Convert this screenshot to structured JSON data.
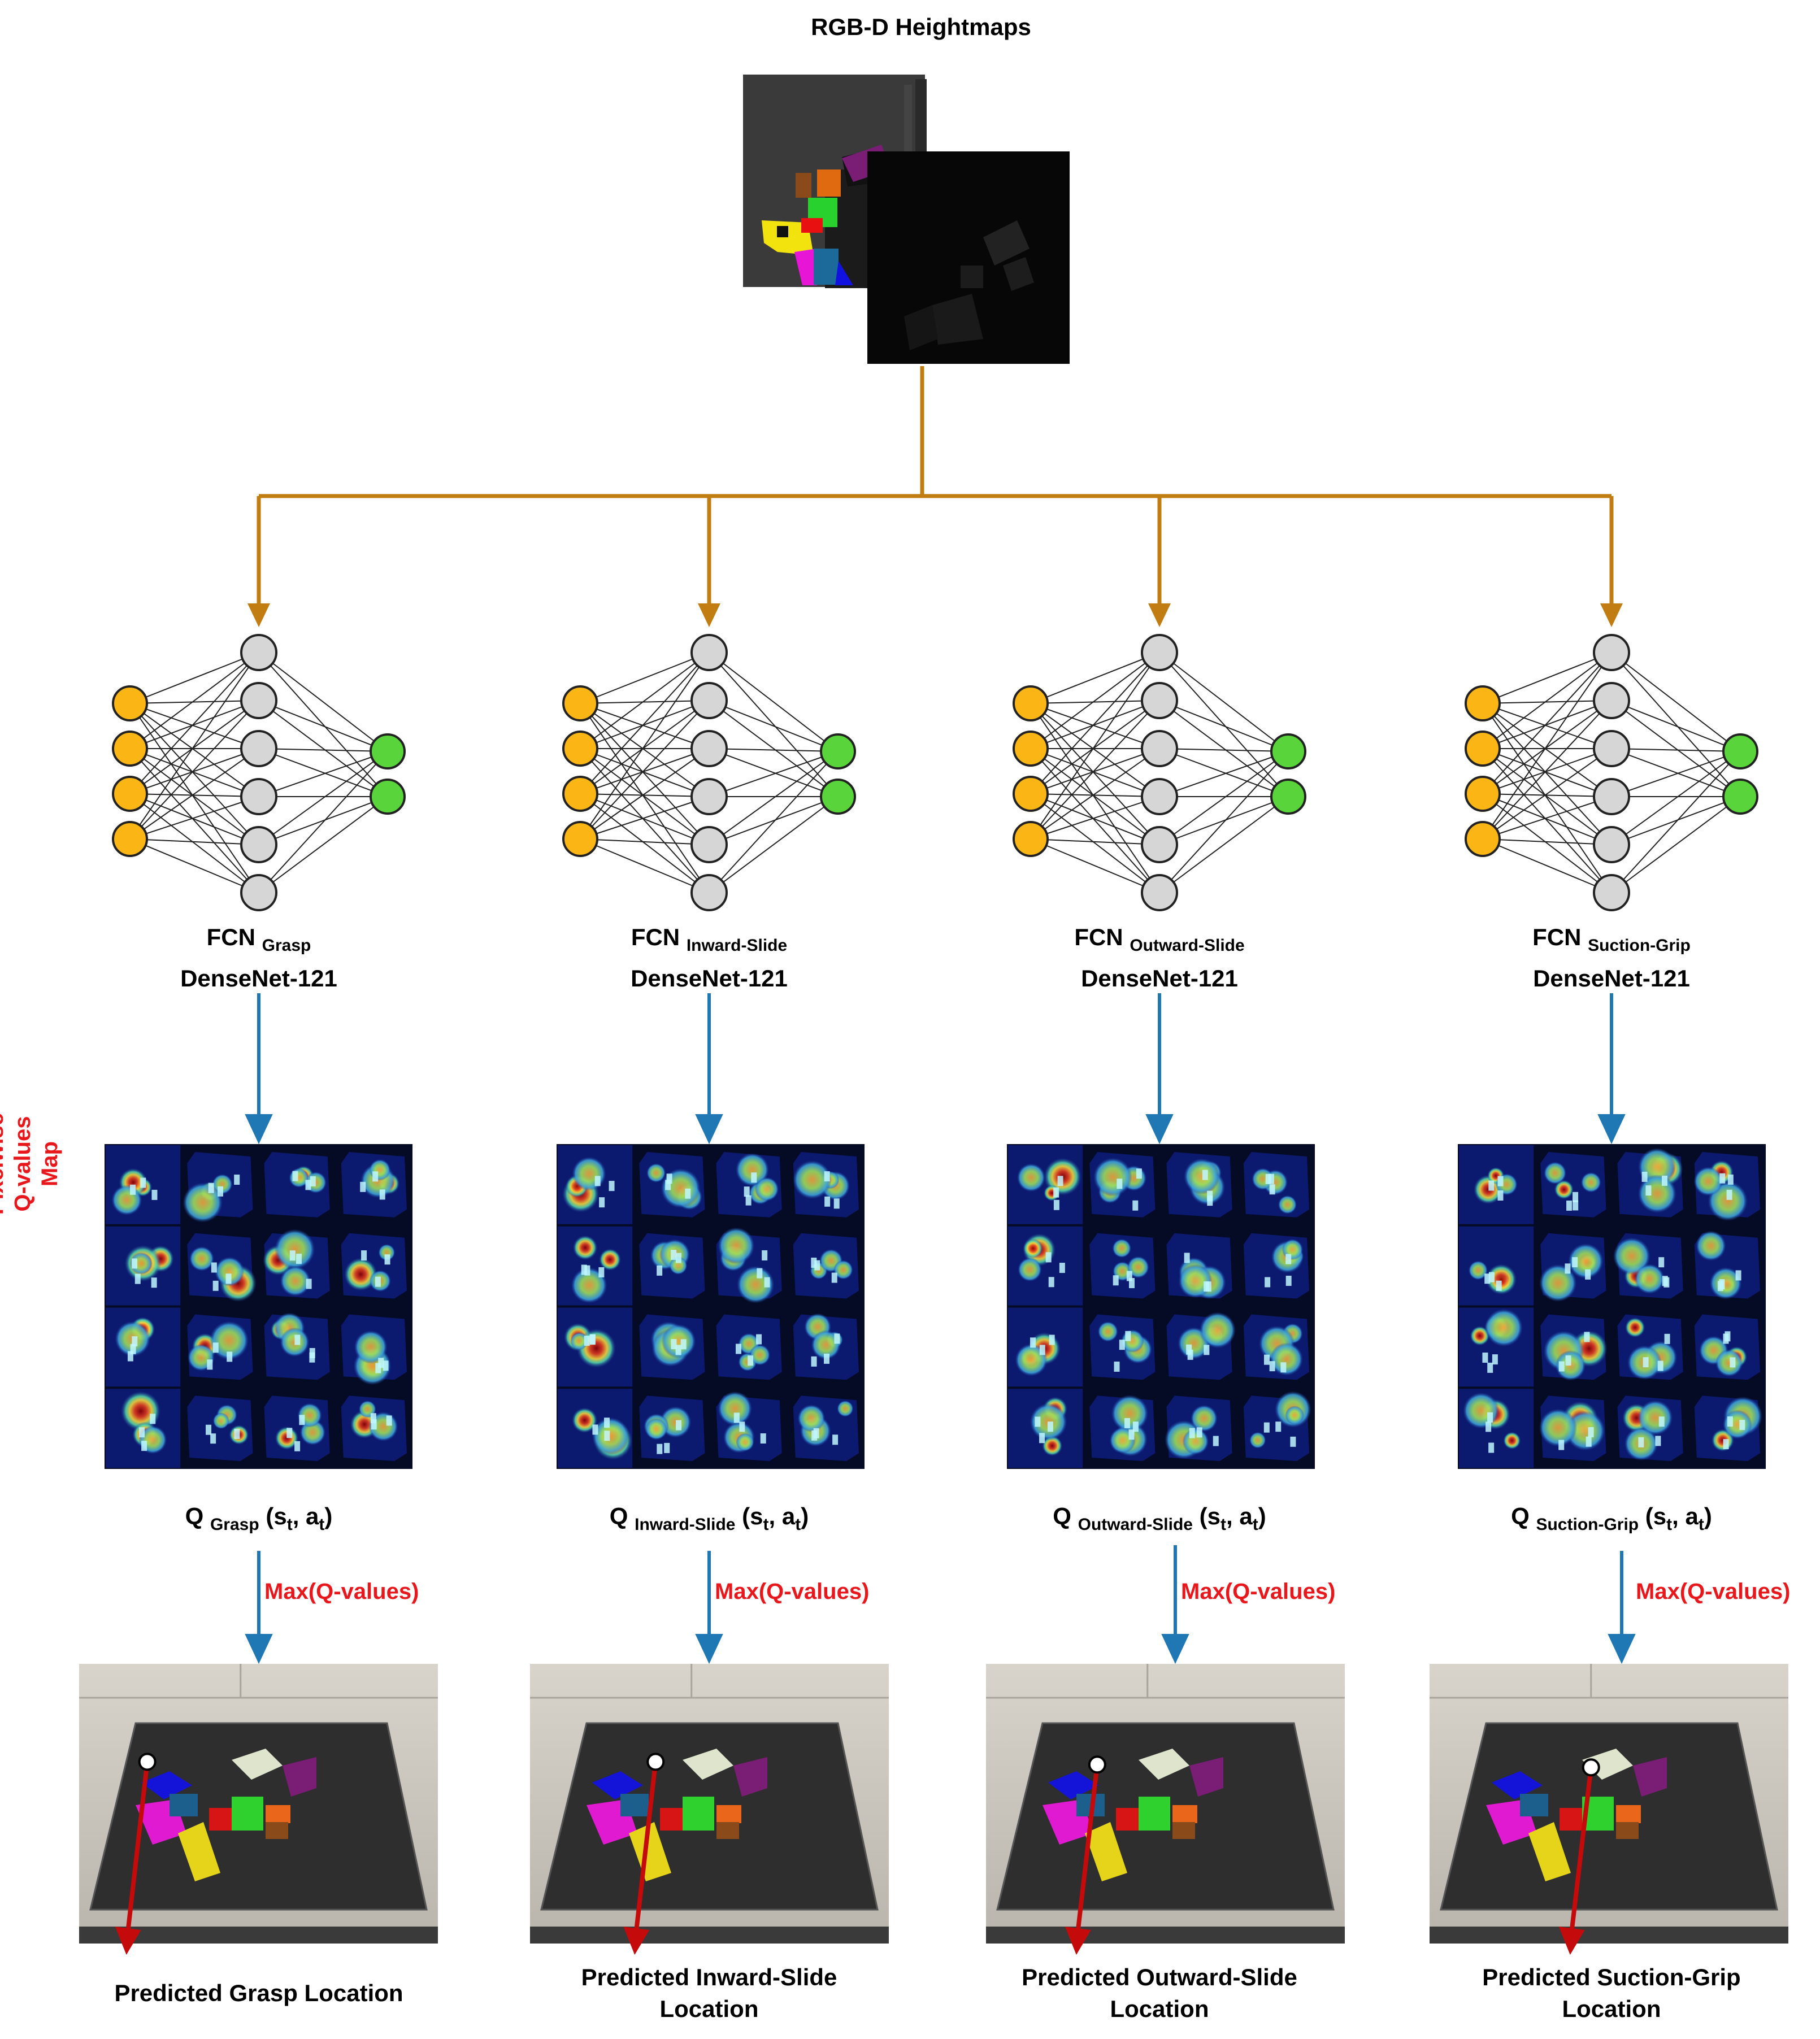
{
  "title": "RGB-D Heightmaps",
  "ylabel": [
    "Pixelwise Q-values",
    "Map"
  ],
  "max_label": "Max(Q-values)",
  "colors": {
    "brown_arrow": "#c17d11",
    "blue_arrow": "#1f77b4",
    "red_text": "#e8171c",
    "input_node": "#fbb514",
    "hidden_node": "#d6d6d6",
    "output_node": "#5ad43b",
    "heatmap_bg": "#0b1a6e",
    "floor_tile": "#cfcbc3",
    "mat": "#2e2e2e"
  },
  "branches": [
    {
      "fcn_main": "FCN",
      "fcn_sub": "Grasp",
      "backbone": "DenseNet-121",
      "q_main": "Q",
      "q_sub": "Grasp",
      "q_args": "(s",
      "q_args2": "t",
      "q_args3": ", a",
      "q_args4": "t",
      "q_args5": ")",
      "pred_line1": "Predicted Grasp Location",
      "pred_line2": ""
    },
    {
      "fcn_main": "FCN",
      "fcn_sub": "Inward-Slide",
      "backbone": "DenseNet-121",
      "q_main": "Q",
      "q_sub": "Inward-Slide",
      "q_args": "(s",
      "q_args2": "t",
      "q_args3": ", a",
      "q_args4": "t",
      "q_args5": ")",
      "pred_line1": "Predicted Inward-Slide",
      "pred_line2": "Location"
    },
    {
      "fcn_main": "FCN",
      "fcn_sub": "Outward-Slide",
      "backbone": "DenseNet-121",
      "q_main": "Q",
      "q_sub": "Outward-Slide",
      "q_args": "(s",
      "q_args2": "t",
      "q_args3": ", a",
      "q_args4": "t",
      "q_args5": ")",
      "pred_line1": "Predicted Outward-Slide",
      "pred_line2": "Location"
    },
    {
      "fcn_main": "FCN",
      "fcn_sub": "Suction-Grip",
      "backbone": "DenseNet-121",
      "q_main": "Q",
      "q_sub": "Suction-Grip",
      "q_args": "(s",
      "q_args2": "t",
      "q_args3": ", a",
      "q_args4": "t",
      "q_args5": ")",
      "pred_line1": "Predicted Suction-Grip",
      "pred_line2": "Location"
    }
  ]
}
